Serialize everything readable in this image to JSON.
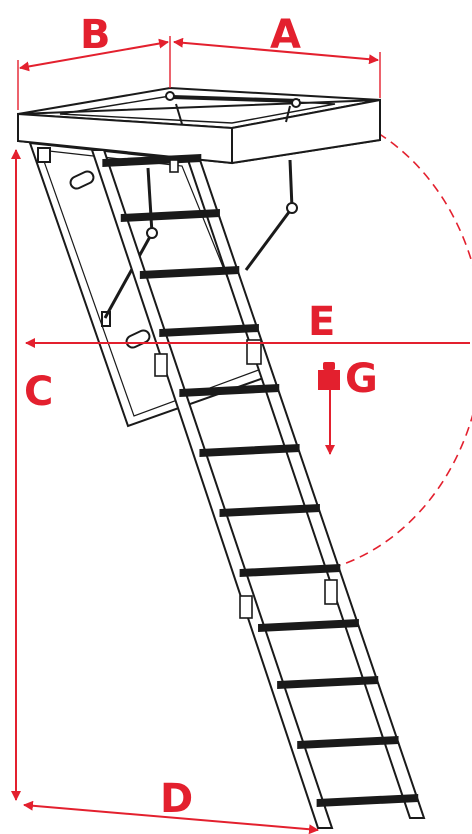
{
  "colors": {
    "dimension": "#e3202e",
    "line": "#1a1a1a",
    "fill": "#ffffff"
  },
  "dimensions": {
    "a": "A",
    "b": "B",
    "c": "C",
    "d": "D",
    "e": "E",
    "g": "G"
  },
  "icons": {
    "weight": "weight-icon",
    "arrow": "down-arrow-icon"
  }
}
